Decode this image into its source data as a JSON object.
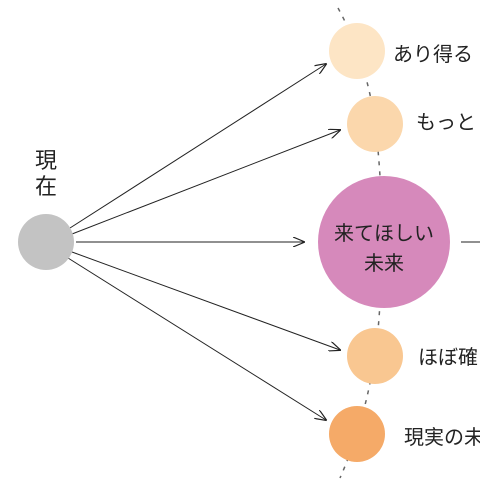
{
  "origin": {
    "label_line1": "現",
    "label_line2": "在",
    "color": "#c3c3c3"
  },
  "futures": [
    {
      "label": "あり得る",
      "color": "#fde5c5"
    },
    {
      "label": "もっと",
      "color": "#fbd7ac"
    },
    {
      "label_line1": "来てほしい",
      "label_line2": "未来",
      "color": "#d689bb"
    },
    {
      "label": "ほぼ確",
      "color": "#f9c791"
    },
    {
      "label": "現実の未",
      "color": "#f5aa68"
    }
  ],
  "colors": {
    "arrow": "#222222",
    "dashed_axis": "#666666",
    "text": "#222222"
  }
}
